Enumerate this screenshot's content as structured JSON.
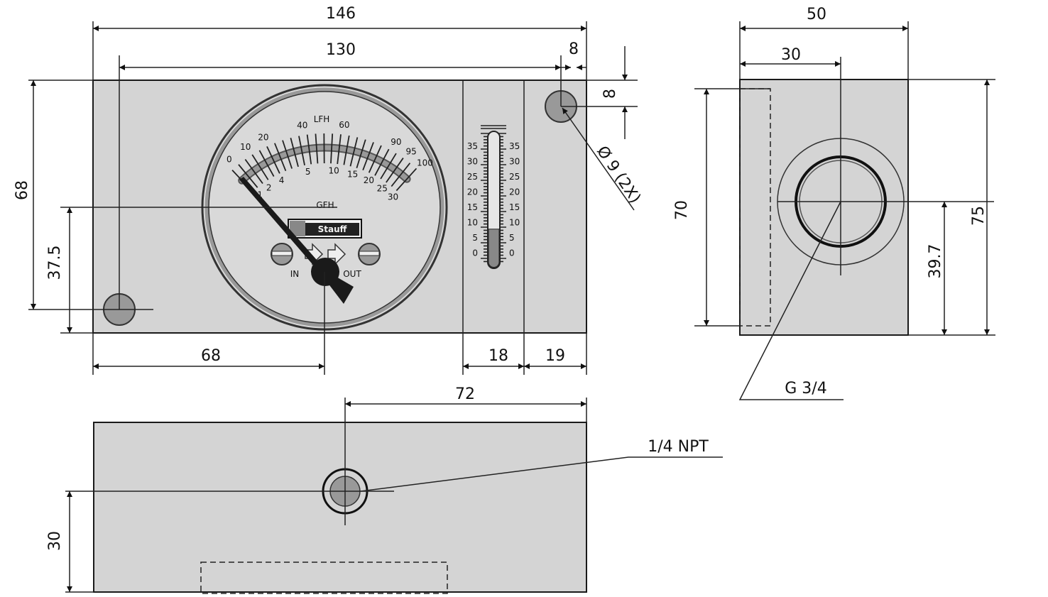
{
  "front_view": {
    "dims": {
      "overall_length": "146",
      "hole_spacing": "130",
      "hole_edge_x": "8",
      "hole_edge_y": "8",
      "height": "68",
      "hole_height": "37.5",
      "gauge_pos": "68",
      "therm_width": "18",
      "end_width": "19",
      "hole_callout": "Ø 9 (2X)"
    },
    "gauge": {
      "unit_outer": "LFH",
      "unit_inner": "GFH",
      "outer_scale": [
        "0",
        "10",
        "20",
        "40",
        "60",
        "90",
        "95",
        "100"
      ],
      "outer_scale_values": [
        0,
        10,
        20,
        40,
        60,
        90,
        95,
        100
      ],
      "inner_scale": [
        "1",
        "2",
        "4",
        "5",
        "10",
        "15",
        "20",
        "25",
        "30"
      ],
      "inner_scale_values": [
        1,
        2,
        4,
        5,
        10,
        15,
        20,
        25,
        30
      ],
      "in_label": "IN",
      "out_label": "OUT",
      "brand": "Stauff"
    },
    "thermometer": {
      "scale": [
        "35",
        "30",
        "25",
        "20",
        "15",
        "10",
        "5",
        "0"
      ],
      "fill_percent": 22
    }
  },
  "side_view": {
    "dims": {
      "width": "50",
      "port_center_x": "30",
      "inner_height": "70",
      "height": "75",
      "port_height": "39.7"
    },
    "thread_callout": "G 3/4"
  },
  "bottom_view": {
    "dims": {
      "port_pos": "72",
      "port_height": "30"
    },
    "thread_callout": "1/4 NPT"
  },
  "colors": {
    "body": "#d4d4d4",
    "hole": "#999999",
    "line": "#1a1a1a"
  }
}
